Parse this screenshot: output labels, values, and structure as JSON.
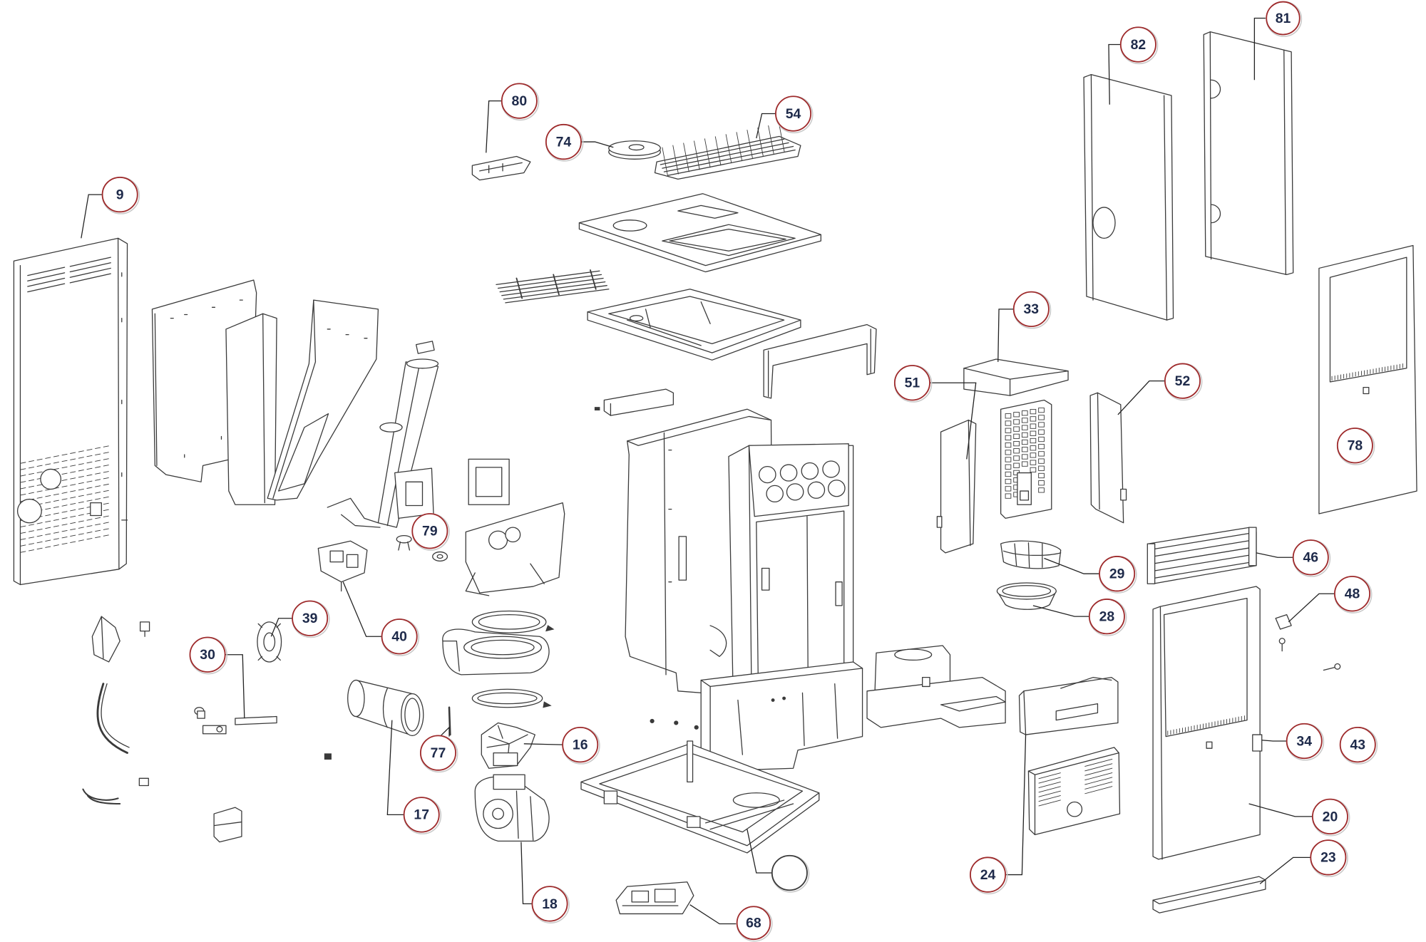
{
  "callouts": [
    "9",
    "80",
    "74",
    "54",
    "82",
    "81",
    "33",
    "51",
    "52",
    "78",
    "79",
    "39",
    "30",
    "40",
    "29",
    "46",
    "28",
    "48",
    "77",
    "16",
    "17",
    "34",
    "43",
    "20",
    "18",
    "68",
    "24",
    "23"
  ],
  "colors": {
    "line": "#3a3a3a",
    "callout_ring": "#9e2a2b",
    "callout_text": "#1e2a4a",
    "background": "#ffffff"
  }
}
